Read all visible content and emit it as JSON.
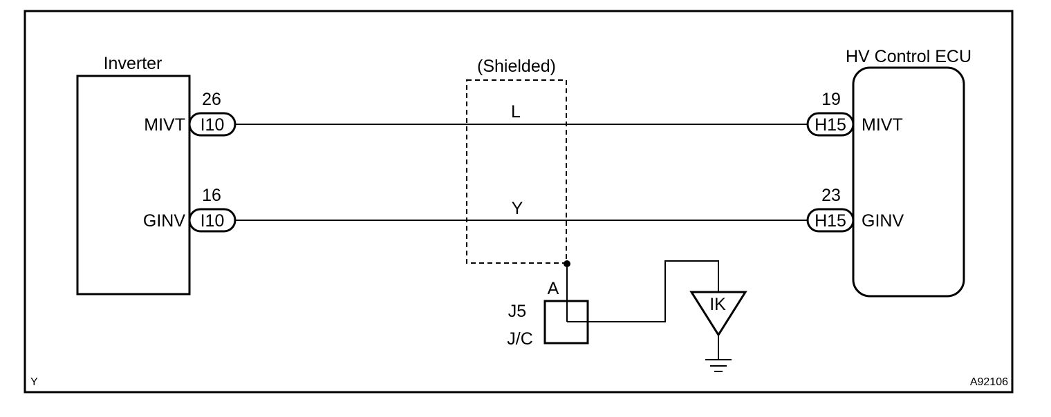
{
  "components": {
    "inverter": {
      "title": "Inverter",
      "pin_top": "MIVT",
      "pin_bottom": "GINV"
    },
    "ecu": {
      "title": "HV Control ECU",
      "pin_top": "MIVT",
      "pin_bottom": "GINV"
    }
  },
  "connectors": {
    "inverter_top": {
      "pin": "26",
      "code": "I10"
    },
    "inverter_bottom": {
      "pin": "16",
      "code": "I10"
    },
    "ecu_top": {
      "pin": "19",
      "code": "H15"
    },
    "ecu_bottom": {
      "pin": "23",
      "code": "H15"
    }
  },
  "shield": {
    "label": "(Shielded)"
  },
  "wires": {
    "top_color": "L",
    "bottom_color": "Y"
  },
  "junction": {
    "terminal": "A",
    "id": "J5",
    "type": "J/C"
  },
  "ground": {
    "code": "IK"
  },
  "footer": {
    "left": "Y",
    "right": "A92106"
  }
}
